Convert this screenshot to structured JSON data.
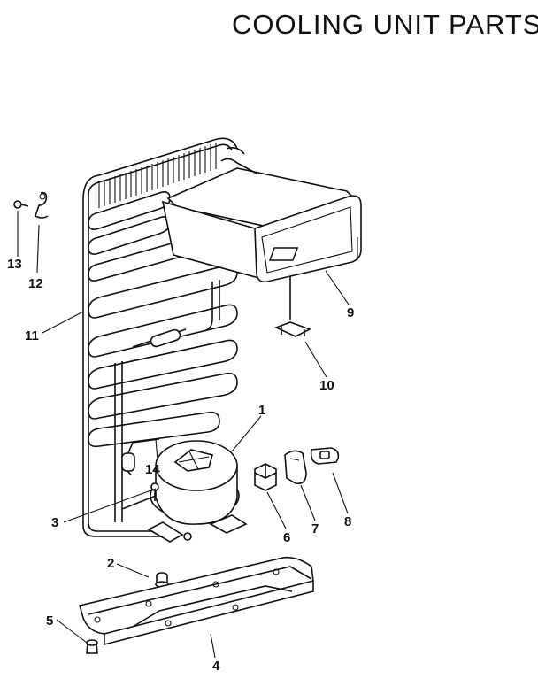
{
  "title": "COOLING UNIT PARTS",
  "callouts": {
    "c1": "1",
    "c2": "2",
    "c3": "3",
    "c4": "4",
    "c5": "5",
    "c6": "6",
    "c7": "7",
    "c8": "8",
    "c9": "9",
    "c10": "10",
    "c11": "11",
    "c12": "12",
    "c13": "13",
    "c14": "14"
  },
  "colors": {
    "ink": "#111111",
    "paper": "#ffffff"
  }
}
